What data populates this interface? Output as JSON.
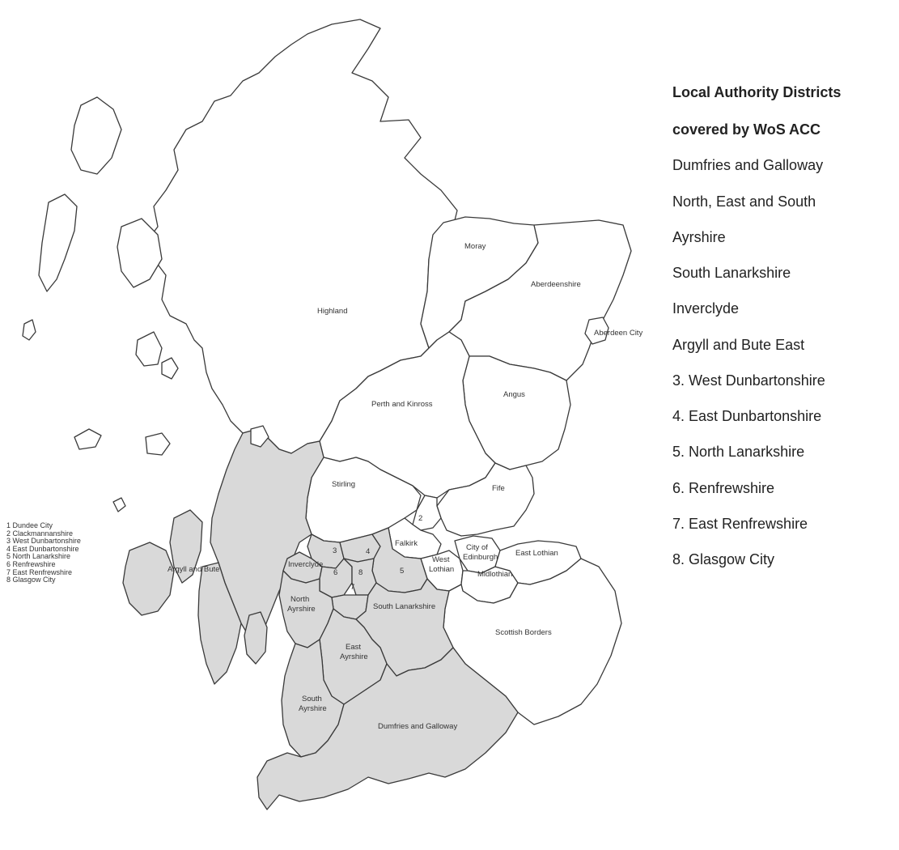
{
  "legend": {
    "title_line1": "Local Authority Districts",
    "title_line2": "covered by WoS ACC",
    "items": [
      "Dumfries and Galloway",
      "North, East and South",
      "Ayrshire",
      "South Lanarkshire",
      "Inverclyde",
      "Argyll and Bute East",
      "3. West Dunbartonshire",
      "4. East Dunbartonshire",
      "5. North Lanarkshire",
      "6. Renfrewshire",
      "7. East Renfrewshire",
      "8. Glasgow City"
    ]
  },
  "map_key": [
    "1 Dundee City",
    "2 Clackmannanshire",
    "3 West Dunbartonshire",
    "4 East Dunbartonshire",
    "5 North Lanarkshire",
    "6 Renfrewshire",
    "7 East Renfrewshire",
    "8 Glasgow City"
  ],
  "regions": {
    "highland": "Highland",
    "moray": "Moray",
    "aberdeenshire": "Aberdeenshire",
    "aberdeen_city": "Aberdeen City",
    "angus": "Angus",
    "perth_kinross": "Perth and Kinross",
    "stirling": "Stirling",
    "fife": "Fife",
    "clackmannanshire_num": "2",
    "falkirk": "Falkirk",
    "west_lothian_l1": "West",
    "west_lothian_l2": "Lothian",
    "edinburgh_l1": "City of",
    "edinburgh_l2": "Edinburgh",
    "midlothian": "Midlothian",
    "east_lothian": "East Lothian",
    "scottish_borders": "Scottish Borders",
    "argyll_bute": "Argyll and Bute",
    "inverclyde": "Inverclyde",
    "west_dunbartonshire_num": "3",
    "east_dunbartonshire_num": "4",
    "north_lanarkshire_num": "5",
    "renfrewshire_num": "6",
    "east_renfrewshire_num": "7",
    "glasgow_num": "8",
    "north_ayrshire_l1": "North",
    "north_ayrshire_l2": "Ayrshire",
    "south_lanarkshire": "South Lanarkshire",
    "east_ayrshire_l1": "East",
    "east_ayrshire_l2": "Ayrshire",
    "south_ayrshire_l1": "South",
    "south_ayrshire_l2": "Ayrshire",
    "dumfries_galloway": "Dumfries and Galloway"
  },
  "colors": {
    "covered_fill": "#d9d9d9",
    "uncovered_fill": "#ffffff",
    "border": "#3a3a3a"
  }
}
